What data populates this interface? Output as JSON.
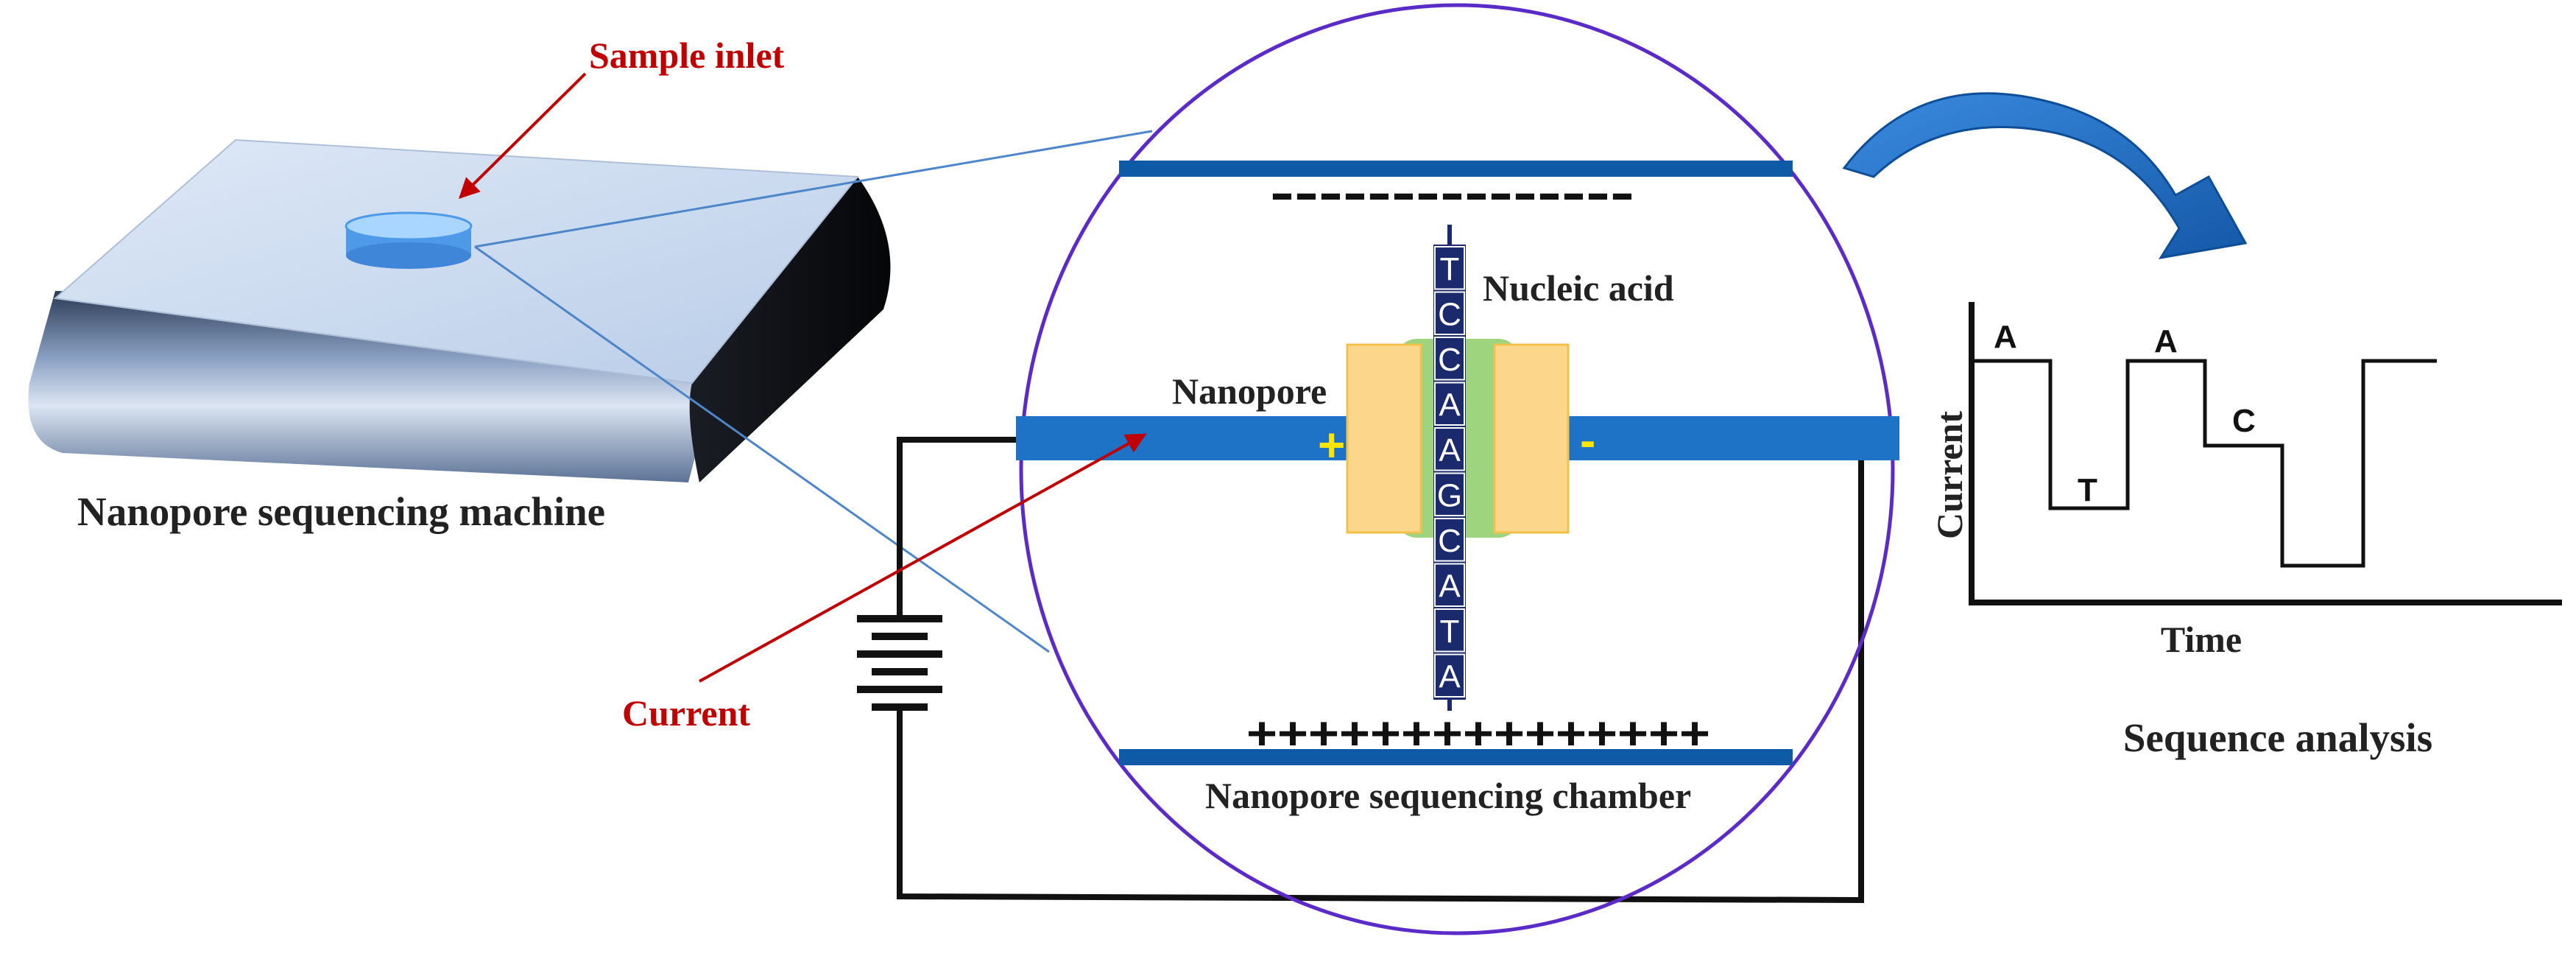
{
  "labels": {
    "sample_inlet": "Sample inlet",
    "machine": "Nanopore sequencing machine",
    "current": "Current",
    "nanopore": "Nanopore",
    "nucleic_acid": "Nucleic acid",
    "chamber": "Nanopore sequencing chamber",
    "sequence_analysis": "Sequence analysis"
  },
  "charges": {
    "top": "---------------",
    "bottom": "+++++++++++++++",
    "left_plus": "+",
    "right_minus": "-"
  },
  "strand": [
    "T",
    "C",
    "C",
    "A",
    "A",
    "G",
    "C",
    "A",
    "T",
    "A"
  ],
  "chart": {
    "ylabel": "Current",
    "xlabel": "Time",
    "bases": [
      "A",
      "T",
      "A",
      "C"
    ]
  },
  "colors": {
    "red": "#c00000",
    "blue_bar": "#0e5aa7",
    "membrane": "#1f73c7",
    "circle": "#5b2bc7",
    "yellow": "#fcd68a",
    "green": "#9fd47f",
    "navy": "#1a2a6c"
  }
}
